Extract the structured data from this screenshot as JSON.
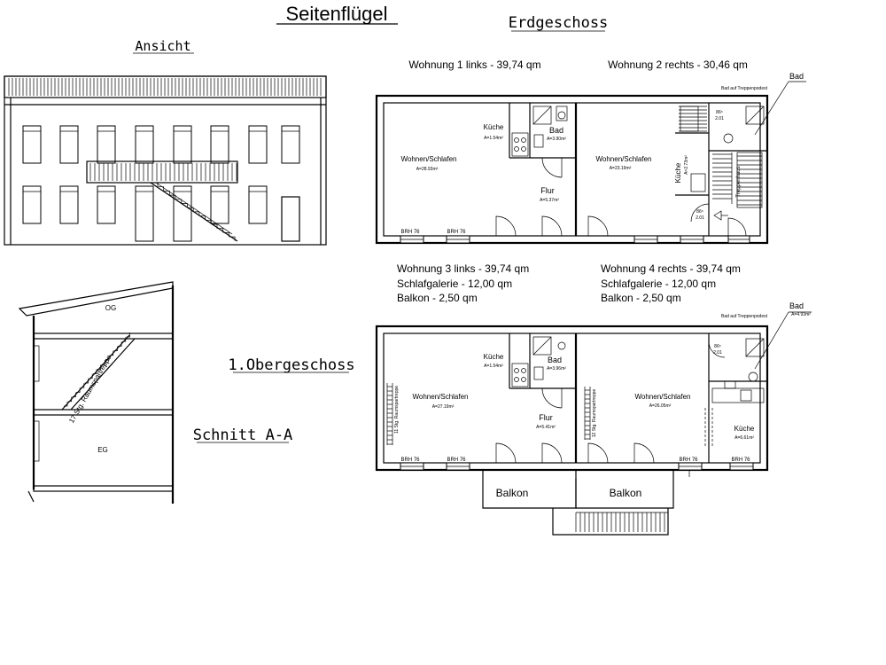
{
  "title": "Seitenflügel",
  "headings": {
    "ansicht": "Ansicht",
    "erdgeschoss": "Erdgeschoss",
    "obergeschoss": "1.Obergeschoss",
    "schnitt": "Schnitt A-A"
  },
  "ground_floor": {
    "unit1_label": "Wohnung 1 links - 39,74 qm",
    "unit2_label": "Wohnung 2 rechts - 30,46 qm",
    "bad_callout": "Bad",
    "bad_auf_treppenpodest": "Bad auf Treppenpodest",
    "rooms": {
      "kueche1": "Küche",
      "kueche1_area": "A=1.54m²",
      "bad1": "Bad",
      "bad1_area": "A=3.90m²",
      "wohnen1": "Wohnen/Schlafen",
      "wohnen1_area": "A=28.93m²",
      "flur": "Flur",
      "flur_area": "A=5.37m²",
      "wohnen2": "Wohnen/Schlafen",
      "wohnen2_area": "A=23.19m²",
      "kueche2": "Küche",
      "kueche2_area": "A=2.73m²",
      "dim1": "86⁵",
      "dim1b": "2.01",
      "dim2": "86⁵",
      "dim2b": "2.01",
      "treppe": "Treppenhaus",
      "brh1": "BRH 76",
      "brh2": "BRH 76"
    }
  },
  "first_floor": {
    "unit3_label": "Wohnung 3 links - 39,74 qm",
    "unit3_gallery": "Schlafgalerie - 12,00 qm",
    "unit3_balcony": "Balkon - 2,50 qm",
    "unit4_label": "Wohnung 4 rechts - 39,74 qm",
    "unit4_gallery": "Schlafgalerie - 12,00 qm",
    "unit4_balcony": "Balkon - 2,50 qm",
    "bad_callout": "Bad",
    "bad_area": "A=4.93m²",
    "bad_auf_treppenpodest": "Bad auf Treppenpodest",
    "rooms": {
      "kueche1": "Küche",
      "kueche1_area": "A=1.54m²",
      "bad1": "Bad",
      "bad1_area": "A=3.96m²",
      "wohnen1": "Wohnen/Schlafen",
      "wohnen1_area": "A=27.19m²",
      "flur": "Flur",
      "flur_area": "A=5.41m²",
      "wohnen2": "Wohnen/Schlafen",
      "wohnen2_area": "A=26.05m²",
      "kueche2": "Küche",
      "kueche2_area": "A=6.61m²",
      "stairs1": "11 Stg. Raumspartreppe",
      "stairs2": "12 Stg. Raumspartreppe",
      "dim1": "86⁵",
      "dim1b": "2.01",
      "brh1": "BRH 76",
      "brh2": "BRH 76",
      "brh3": "BRH 76",
      "brh4": "BRH 76",
      "balkon1": "Balkon",
      "balkon2": "Balkon"
    }
  },
  "section": {
    "og": "OG",
    "eg": "EG",
    "stairs": "17 Stg. Raumspartreppe"
  }
}
